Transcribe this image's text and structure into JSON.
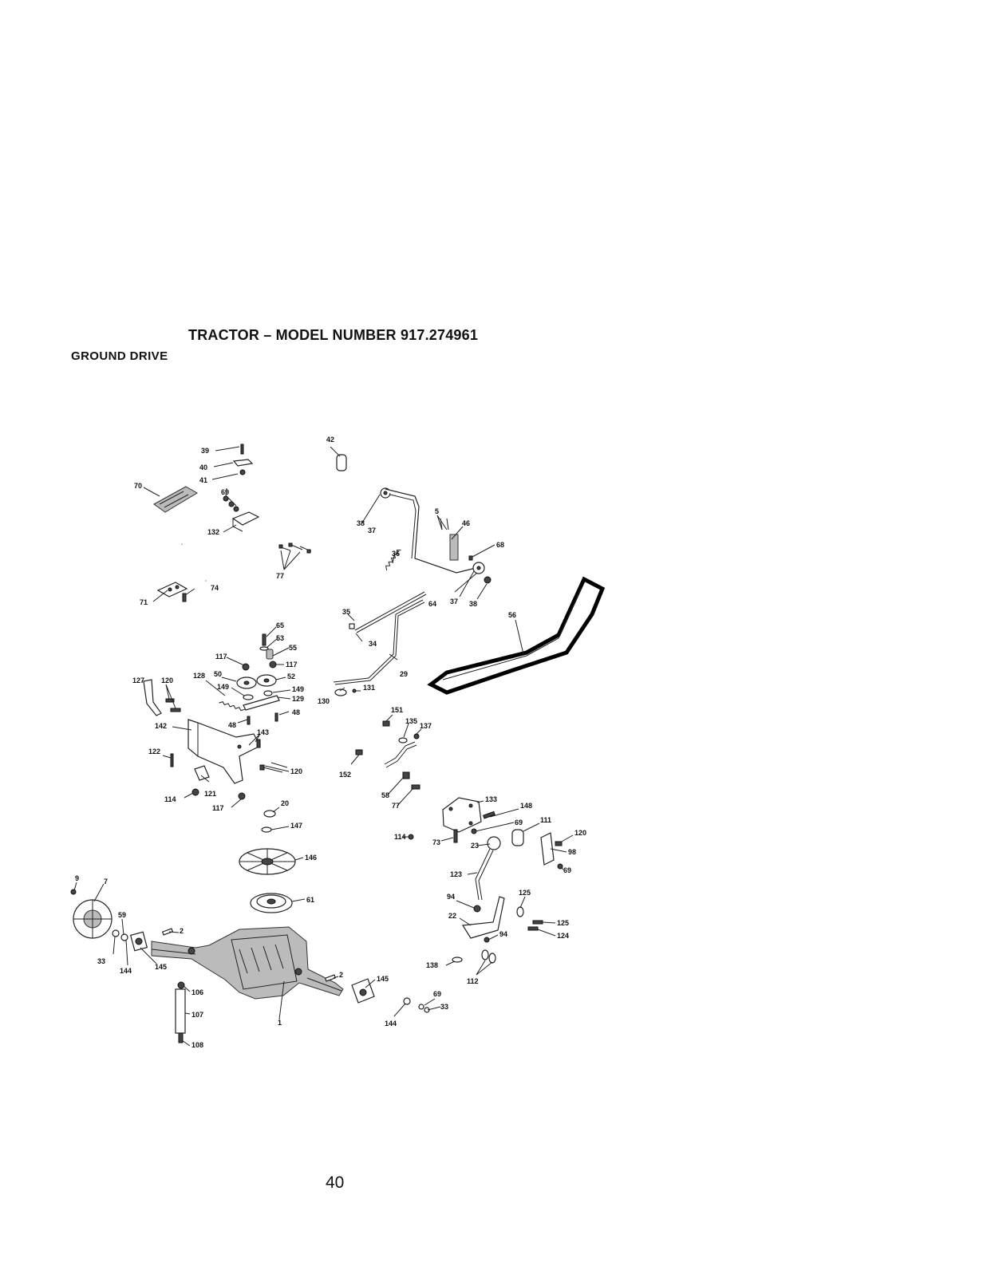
{
  "header": {
    "title": "TRACTOR – MODEL NUMBER 917.274961",
    "section": "GROUND DRIVE"
  },
  "page_number": "40",
  "callouts": {
    "c1": "1",
    "c2a": "2",
    "c2b": "2",
    "c5": "5",
    "c7": "7",
    "c9": "9",
    "c20": "20",
    "c22": "22",
    "c23": "23",
    "c29": "29",
    "c33a": "33",
    "c33b": "33",
    "c34": "34",
    "c35": "35",
    "c36": "36",
    "c37a": "37",
    "c37b": "37",
    "c38a": "38",
    "c38b": "38",
    "c39": "39",
    "c40": "40",
    "c41": "41",
    "c42": "42",
    "c46": "46",
    "c48a": "48",
    "c48b": "48",
    "c50": "50",
    "c52": "52",
    "c53": "53",
    "c55": "55",
    "c56": "56",
    "c58": "58",
    "c59": "59",
    "c61": "61",
    "c64": "64",
    "c65": "65",
    "c68": "68",
    "c69a": "69",
    "c69b": "69",
    "c69c": "69",
    "c69d": "69",
    "c70": "70",
    "c71": "71",
    "c73": "73",
    "c74": "74",
    "c77a": "77",
    "c77b": "77",
    "c94a": "94",
    "c94b": "94",
    "c98": "98",
    "c106": "106",
    "c107": "107",
    "c108": "108",
    "c111": "111",
    "c112": "112",
    "c114a": "114",
    "c114b": "114",
    "c117a": "117",
    "c117b": "117",
    "c117c": "117",
    "c120a": "120",
    "c120b": "120",
    "c120c": "120",
    "c121": "121",
    "c122": "122",
    "c123": "123",
    "c124": "124",
    "c125a": "125",
    "c125b": "125",
    "c127": "127",
    "c128": "128",
    "c129": "129",
    "c130": "130",
    "c131": "131",
    "c132": "132",
    "c133": "133",
    "c135": "135",
    "c137": "137",
    "c138": "138",
    "c142": "142",
    "c143": "143",
    "c144a": "144",
    "c144b": "144",
    "c145a": "145",
    "c145b": "145",
    "c146": "146",
    "c147": "147",
    "c148": "148",
    "c149a": "149",
    "c149b": "149",
    "c151": "151",
    "c152": "152"
  }
}
